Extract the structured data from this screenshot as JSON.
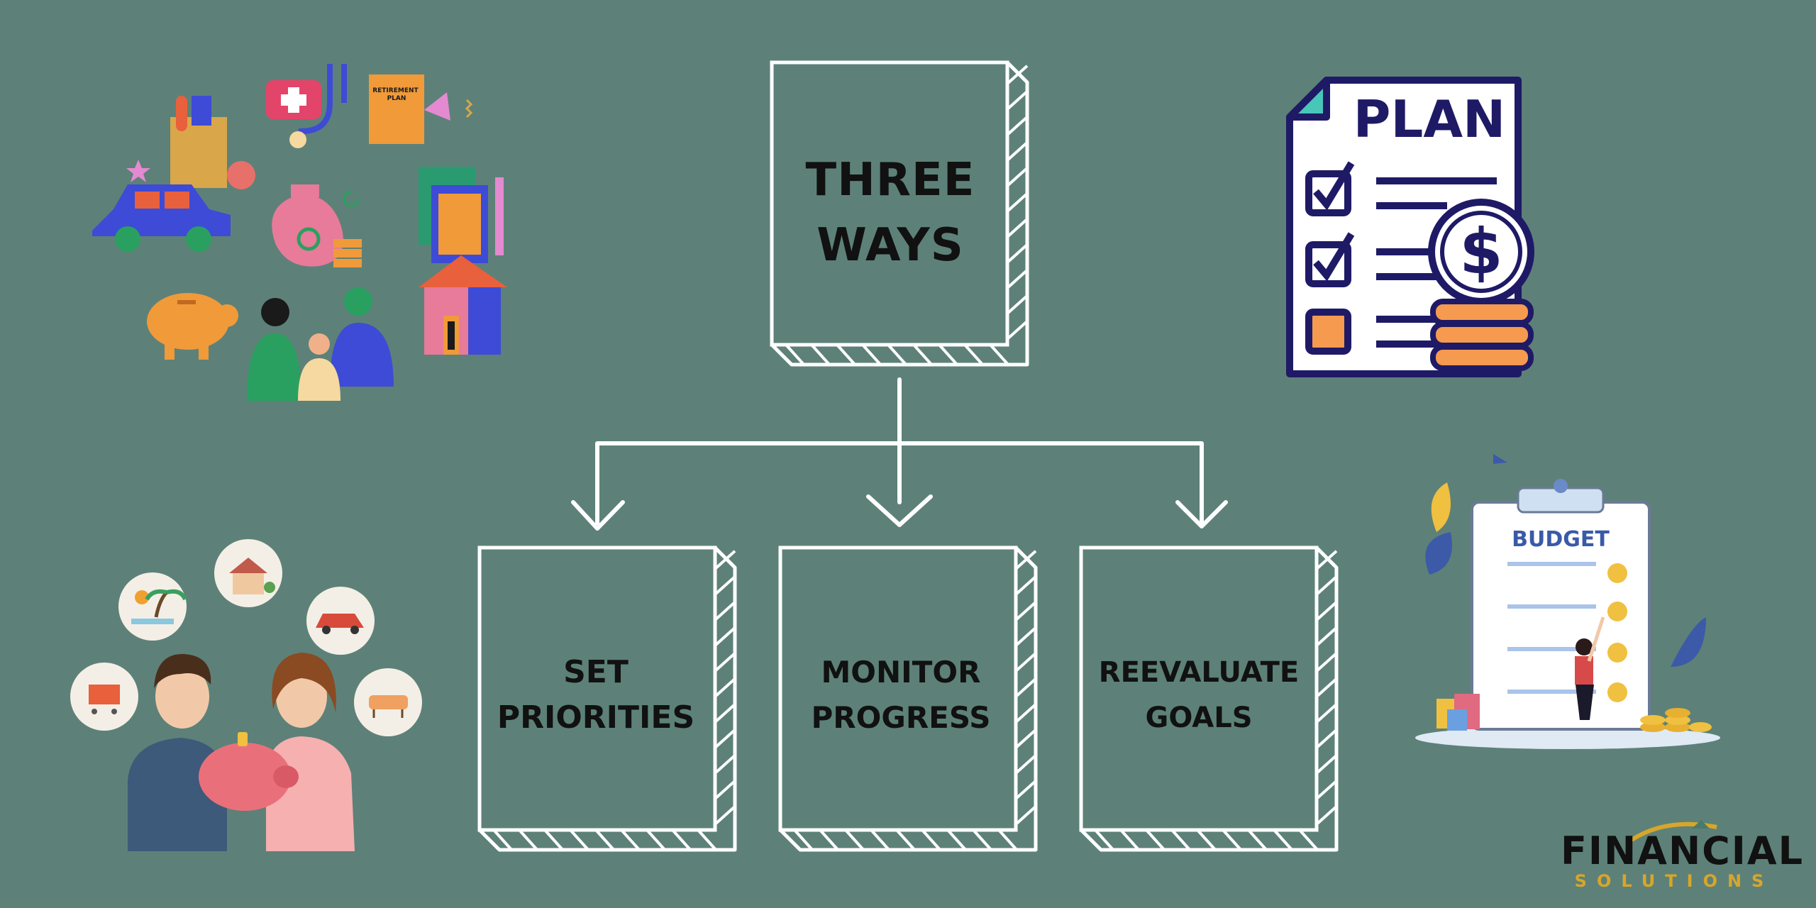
{
  "diagram": {
    "top_box": {
      "label": "THREE\nWAYS"
    },
    "boxes": [
      {
        "id": "set",
        "label": "SET\nPRIORITIES"
      },
      {
        "id": "monitor",
        "label": "MONITOR\nPROGRESS"
      },
      {
        "id": "reeval",
        "label": "REEVALUATE\nGOALS"
      }
    ]
  },
  "illustrations": {
    "expenses_cluster": {
      "retirement_text": "RETIREMENT\nPLAN"
    },
    "plan_document": {
      "title": "PLAN",
      "currency_symbol": "$"
    },
    "budget_clipboard": {
      "title": "BUDGET"
    },
    "couple_saving": {
      "icons": [
        "shopping-cart-icon",
        "beach-icon",
        "house-icon",
        "car-icon",
        "sofa-icon"
      ]
    }
  },
  "brand": {
    "name": "FINANCIAL",
    "tagline": "SOLUTIONS"
  },
  "colors": {
    "background": "#5d8178",
    "line": "#ffffff",
    "text": "#111111",
    "navy": "#1f1a66",
    "orange": "#f59a4f",
    "accent_gold": "#d8a62a"
  }
}
